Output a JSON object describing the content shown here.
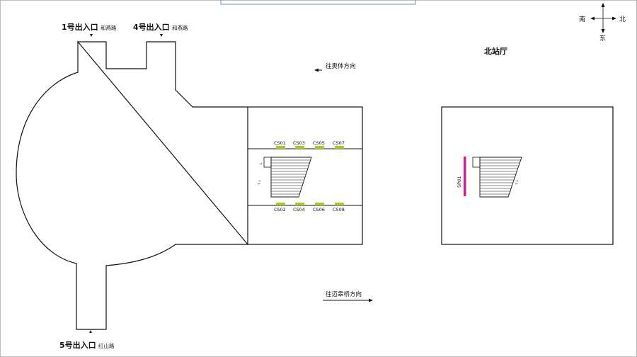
{
  "exits": [
    {
      "id": "1",
      "label": "1号出入口",
      "road": "和燕路"
    },
    {
      "id": "4",
      "label": "4号出入口",
      "road": "和燕路"
    },
    {
      "id": "5",
      "label": "5号出入口",
      "road": "红山路"
    }
  ],
  "directions": {
    "top": "往奥体方向",
    "bottom": "往迈皋桥方向"
  },
  "north_hall": {
    "label": "北站厅",
    "sp_label": "SP01"
  },
  "compass": {
    "south": "南",
    "north": "北",
    "east": "东"
  },
  "cs_top": [
    "CS01",
    "CS03",
    "CS05",
    "CS07"
  ],
  "cs_bottom": [
    "CS02",
    "CS04",
    "CS06",
    "CS08"
  ],
  "colors": {
    "cs_marker": "#a4c639",
    "sp_marker": "#cc1f8a",
    "line": "#111111"
  }
}
